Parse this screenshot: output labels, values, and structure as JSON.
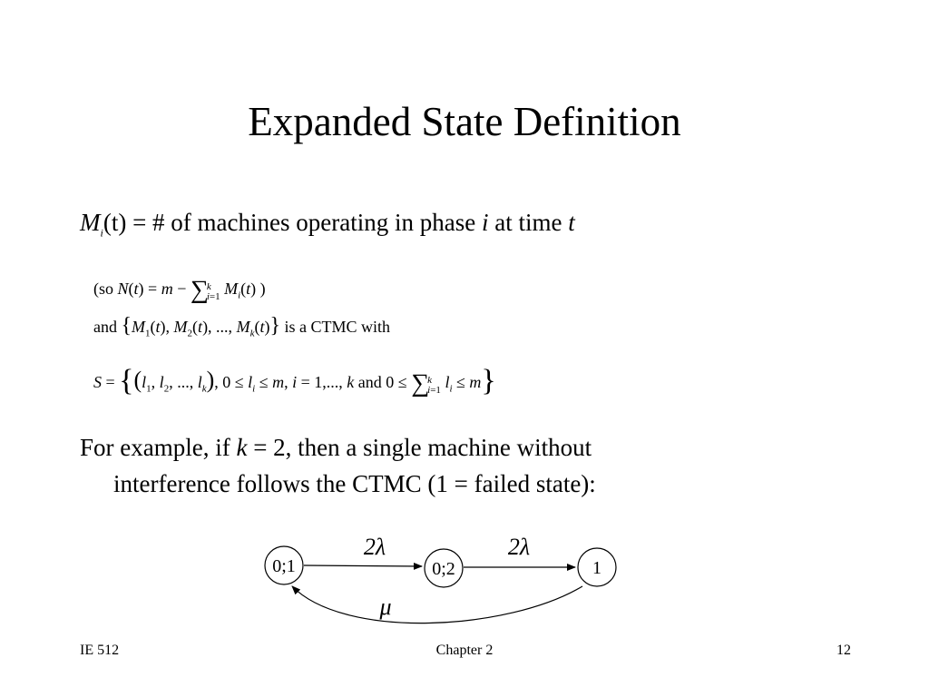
{
  "slide": {
    "title": "Expanded State Definition",
    "def_lhs_M": "M",
    "def_lhs_i": "i",
    "def_lhs_t": "(t)",
    "def_text_1": " = # of machines operating in phase ",
    "def_text_i": "i",
    "def_text_2": " at time ",
    "def_text_t": "t",
    "so_open": "(so ",
    "so_close": ")",
    "and_label": "and",
    "ctmc_text": "is a CTMC with",
    "and_word": "and",
    "example_1a": "For example, if ",
    "example_1k": "k",
    "example_1b": " = 2, then a single machine without",
    "example_2": "interference follows the CTMC (1 = failed state):"
  },
  "formulas": {
    "N_eq": "N(t) = m − Σ",
    "S_label": "S"
  },
  "diagram": {
    "nodes": [
      {
        "id": "n1",
        "label": "0;1"
      },
      {
        "id": "n2",
        "label": "0;2"
      },
      {
        "id": "n3",
        "label": "1"
      }
    ],
    "edges": [
      {
        "from": "0;1",
        "to": "0;2",
        "label": "2λ"
      },
      {
        "from": "0;2",
        "to": "1",
        "label": "2λ"
      },
      {
        "from": "1",
        "to": "0;1",
        "label": "μ"
      }
    ]
  },
  "footer": {
    "left": "IE 512",
    "center": "Chapter 2",
    "right": "12"
  }
}
